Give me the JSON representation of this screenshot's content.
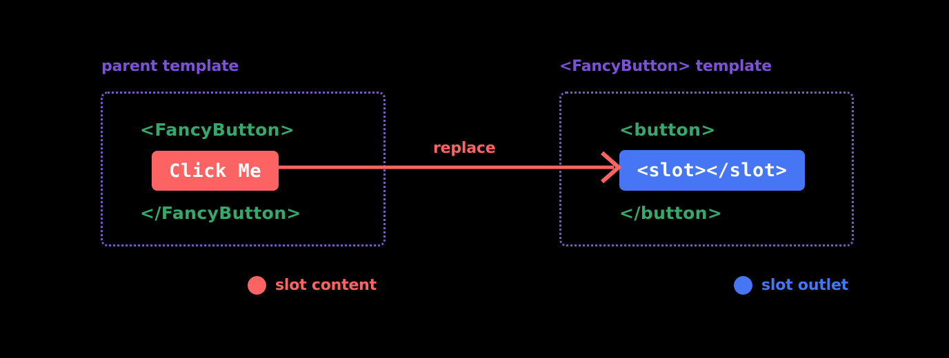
{
  "background_color": "#000000",
  "palette": {
    "heading_purple": "#7b52d8",
    "border_purple": "#7b5bc6",
    "tag_green": "#37a86b",
    "slot_content_red": "#fc6464",
    "slot_outlet_blue": "#4676f3",
    "chip_text": "#ffffff"
  },
  "panels": {
    "left": {
      "title": "parent template",
      "open_tag": "<FancyButton>",
      "chip_label": "Click Me",
      "close_tag": "</FancyButton>"
    },
    "right": {
      "title": "<FancyButton> template",
      "open_tag": "<button>",
      "chip_label": "<slot></slot>",
      "close_tag": "</button>"
    }
  },
  "arrow": {
    "label": "replace",
    "direction": "left-to-right",
    "color": "#fc6464"
  },
  "legend": {
    "items": [
      {
        "label": "slot content",
        "color": "#fc6464",
        "marker": "filled-circle"
      },
      {
        "label": "slot outlet",
        "color": "#4676f3",
        "marker": "filled-circle"
      }
    ]
  }
}
